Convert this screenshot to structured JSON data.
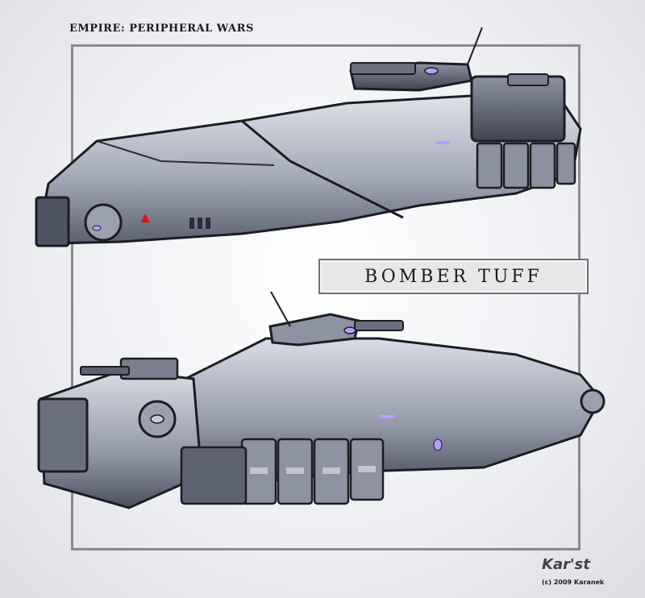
{
  "header": {
    "title": "EMPIRE: PERIPHERAL WARS"
  },
  "title_plate": {
    "text": "BOMBER TUFF"
  },
  "signature": {
    "name": "Kar'st",
    "copyright": "(c) 2009 Karanek"
  },
  "colors": {
    "hull_light": "#c9cdd6",
    "hull_mid": "#9aa0ae",
    "hull_dark": "#5d6272",
    "outline": "#1b1d24",
    "light_purple": "#b99cff",
    "frame": "#8a8a8e"
  },
  "illustrations": [
    {
      "name": "ship-side-view"
    },
    {
      "name": "ship-three-quarter-view"
    }
  ]
}
